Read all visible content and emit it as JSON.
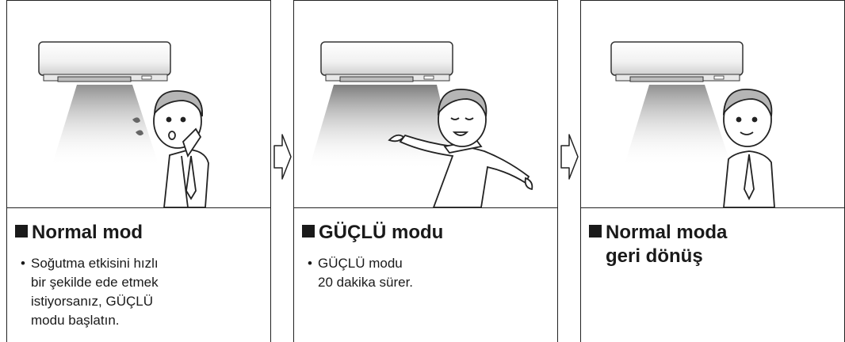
{
  "panels": [
    {
      "title_lines": [
        "Normal mod"
      ],
      "bullet_lines": [
        "Soğutma etkisini hızlı",
        "bir şekilde ede etmek",
        "istiyorsanız, GÜÇLÜ",
        "modu başlatın."
      ]
    },
    {
      "title_lines": [
        "GÜÇLÜ modu"
      ],
      "bullet_lines": [
        "GÜÇLÜ modu",
        "20 dakika sürer."
      ]
    },
    {
      "title_lines": [
        "Normal moda",
        "geri dönüş"
      ],
      "bullet_lines": []
    }
  ],
  "bullet_symbol": "•",
  "colors": {
    "border": "#222222",
    "text": "#1a1a1a",
    "airflow": "#9a9a9a"
  }
}
